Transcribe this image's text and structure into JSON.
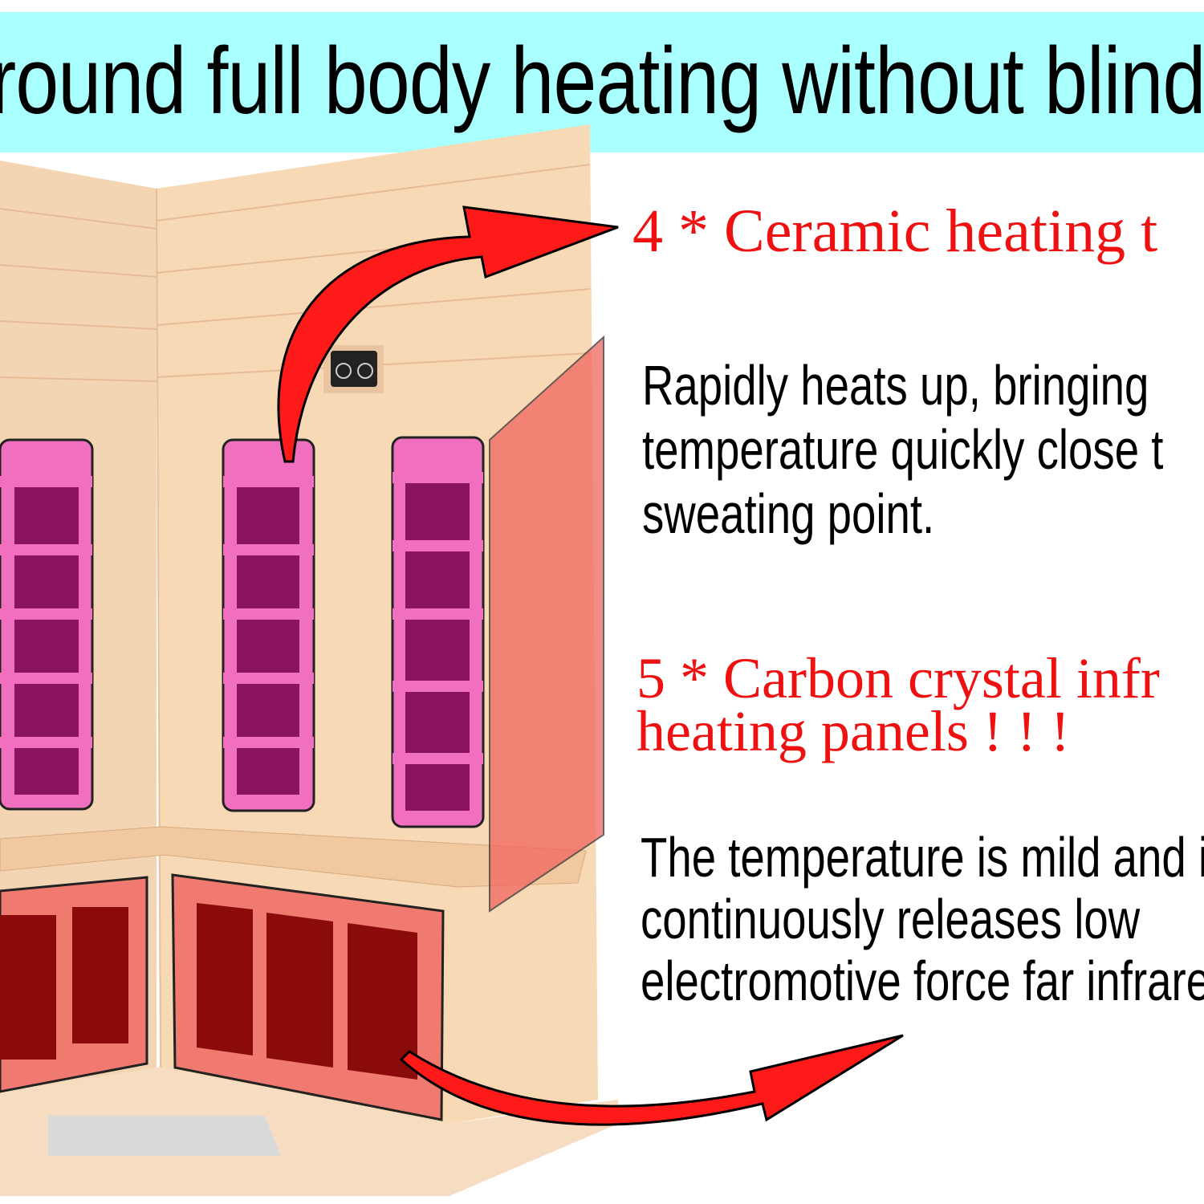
{
  "banner": {
    "title": "round full body heating without blind sp"
  },
  "ceramic": {
    "heading": "4 * Ceramic heating t",
    "lines": [
      "Rapidly heats up, bringing",
      "temperature quickly close t",
      "sweating point."
    ]
  },
  "carbon": {
    "heading_lines": [
      "5 * Carbon crystal infr",
      "heating panels ! ! !"
    ],
    "lines": [
      "The temperature is mild and it",
      "continuously releases low",
      "electromotive force far infrared"
    ]
  },
  "colors": {
    "banner": "#aaffff",
    "heading": "#ee1111",
    "arrow": "#ff1a1a",
    "wood": "#f3d3ae",
    "panel_pink": "#f06fb8",
    "panel_red": "#f07a70"
  }
}
